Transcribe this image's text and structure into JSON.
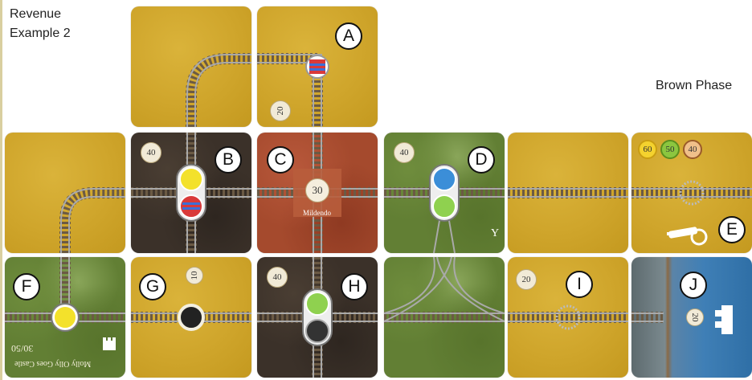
{
  "title_line1": "Revenue",
  "title_line2": "Example 2",
  "phase": "Brown Phase",
  "hexes": {
    "A": {
      "letter": "A",
      "revenue": "20"
    },
    "B": {
      "letter": "B",
      "revenue": "40"
    },
    "C": {
      "letter": "C",
      "revenue": "30",
      "city": "Mildendo"
    },
    "D": {
      "letter": "D",
      "revenue": "40",
      "mark": "Y"
    },
    "E": {
      "letter": "E",
      "revenues": [
        "60",
        "50",
        "40"
      ]
    },
    "F": {
      "letter": "F",
      "revenue": "30/50",
      "city": "Molly Olly Goes Castle"
    },
    "G": {
      "letter": "G",
      "revenue": "10"
    },
    "H": {
      "letter": "H",
      "revenue": "40"
    },
    "I": {
      "letter": "I",
      "revenue": "20"
    },
    "J": {
      "letter": "J",
      "revenue": "20"
    }
  },
  "colors": {
    "track_rail": "#9a9a9a",
    "track_tie": "#6b5a44",
    "token_yellow": "#f3e12b",
    "token_blue": "#3b8ed8",
    "token_green": "#8fd14f",
    "token_red_flag": "#d93a3a"
  },
  "icons": [
    "crown-flag-token-icon",
    "yellow-company-token-icon",
    "blue-company-token-icon",
    "green-company-token-icon",
    "cannon-icon",
    "castle-icon",
    "ship-icon"
  ]
}
